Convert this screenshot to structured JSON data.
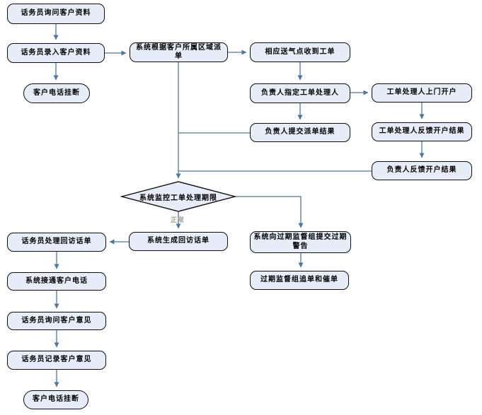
{
  "diagram": {
    "type": "flowchart",
    "language": "zh-CN",
    "nodes": {
      "ask_info": {
        "label": "话务员询问客户资料",
        "shape": "process"
      },
      "enter_info": {
        "label": "话务员录入客户资料",
        "shape": "process"
      },
      "hangup_top": {
        "label": "客户电话挂断",
        "shape": "terminator"
      },
      "dispatch_by_region": {
        "label": "系统根据客户所属区域派单",
        "shape": "process"
      },
      "station_receive": {
        "label": "相应送气点收到工单",
        "shape": "process"
      },
      "assign_handler": {
        "label": "负责人指定工单处理人",
        "shape": "process"
      },
      "submit_dispatch_result": {
        "label": "负责人提交派单结果",
        "shape": "process"
      },
      "door_open_account": {
        "label": "工单处理人上门开户",
        "shape": "process"
      },
      "handler_feedback": {
        "label": "工单处理人反馈开户结果",
        "shape": "process"
      },
      "leader_feedback": {
        "label": "负责人反馈开户结果",
        "shape": "process"
      },
      "monitor_deadline": {
        "label": "系统监控工单处理期限",
        "shape": "decision"
      },
      "overdue_warning": {
        "label": "系统向过期监督组提交过期警告",
        "shape": "process"
      },
      "overdue_chase": {
        "label": "过期监督组追单和催单",
        "shape": "process"
      },
      "handle_callback": {
        "label": "话务员处理回访话单",
        "shape": "process"
      },
      "generate_callback": {
        "label": "系统生成回访话单",
        "shape": "process"
      },
      "connect_call": {
        "label": "系统接通客户电话",
        "shape": "process"
      },
      "ask_opinion": {
        "label": "话务员询问客户意见",
        "shape": "process"
      },
      "record_opinion": {
        "label": "话务员记录客户意见",
        "shape": "process"
      },
      "hangup_bottom": {
        "label": "客户电话挂断",
        "shape": "terminator"
      }
    },
    "edge_labels": {
      "normal": "正常"
    },
    "edges": [
      {
        "from": "ask_info",
        "to": "enter_info"
      },
      {
        "from": "enter_info",
        "to": "hangup_top"
      },
      {
        "from": "enter_info",
        "to": "dispatch_by_region"
      },
      {
        "from": "dispatch_by_region",
        "to": "station_receive"
      },
      {
        "from": "station_receive",
        "to": "assign_handler"
      },
      {
        "from": "assign_handler",
        "to": "door_open_account"
      },
      {
        "from": "assign_handler",
        "to": "submit_dispatch_result"
      },
      {
        "from": "door_open_account",
        "to": "handler_feedback"
      },
      {
        "from": "handler_feedback",
        "to": "leader_feedback"
      },
      {
        "from": "dispatch_by_region",
        "to": "monitor_deadline"
      },
      {
        "from": "submit_dispatch_result",
        "to": "monitor_deadline"
      },
      {
        "from": "leader_feedback",
        "to": "monitor_deadline"
      },
      {
        "from": "monitor_deadline",
        "to": "generate_callback",
        "label": "正常"
      },
      {
        "from": "monitor_deadline",
        "to": "overdue_warning"
      },
      {
        "from": "overdue_warning",
        "to": "overdue_chase"
      },
      {
        "from": "generate_callback",
        "to": "handle_callback"
      },
      {
        "from": "handle_callback",
        "to": "connect_call"
      },
      {
        "from": "connect_call",
        "to": "ask_opinion"
      },
      {
        "from": "ask_opinion",
        "to": "record_opinion"
      },
      {
        "from": "record_opinion",
        "to": "hangup_bottom"
      }
    ],
    "colors": {
      "node_fill": "#e7edf8",
      "node_border": "#0d0d0d",
      "connector": "#4e76a3",
      "edge_label_text": "#a3a39b",
      "background": "#ffffff"
    }
  }
}
